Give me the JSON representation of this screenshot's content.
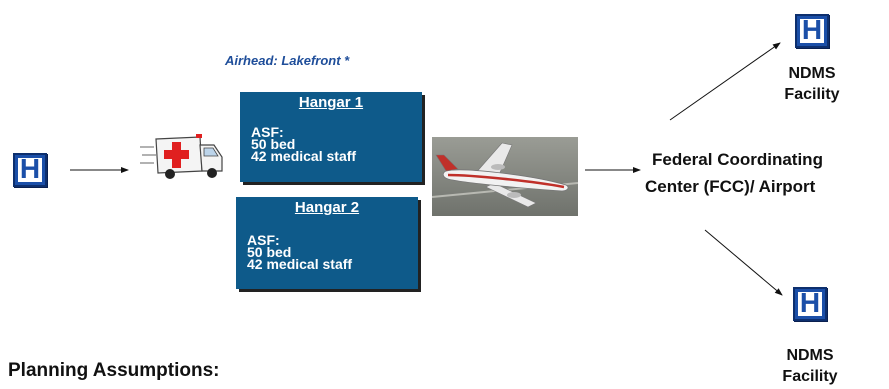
{
  "source_facility": {
    "icon": "hospital-icon",
    "letter": "H"
  },
  "transport": {
    "icon": "ambulance-icon"
  },
  "airhead_label": "Airhead: Lakefront *",
  "hangars": [
    {
      "title": "Hangar 1",
      "lines": [
        "ASF:",
        "50 bed",
        "42 medical staff"
      ]
    },
    {
      "title": "Hangar 2",
      "lines": [
        "ASF:",
        "50 bed",
        "42 medical staff"
      ]
    }
  ],
  "aircraft": {
    "icon": "airplane-icon"
  },
  "fcc": {
    "line1": "Federal Coordinating",
    "line2": "Center (FCC)/ Airport"
  },
  "ndms_facilities": [
    {
      "letter": "H",
      "line1": "NDMS",
      "line2": "Facility"
    },
    {
      "letter": "H",
      "line1": "NDMS",
      "line2": "Facility"
    }
  ],
  "planning_heading": "Planning Assumptions:",
  "colors": {
    "hangar_bg": "#0e5a8a",
    "hospital_blue": "#1b4fa8",
    "airhead_text": "#1f4e9a"
  }
}
